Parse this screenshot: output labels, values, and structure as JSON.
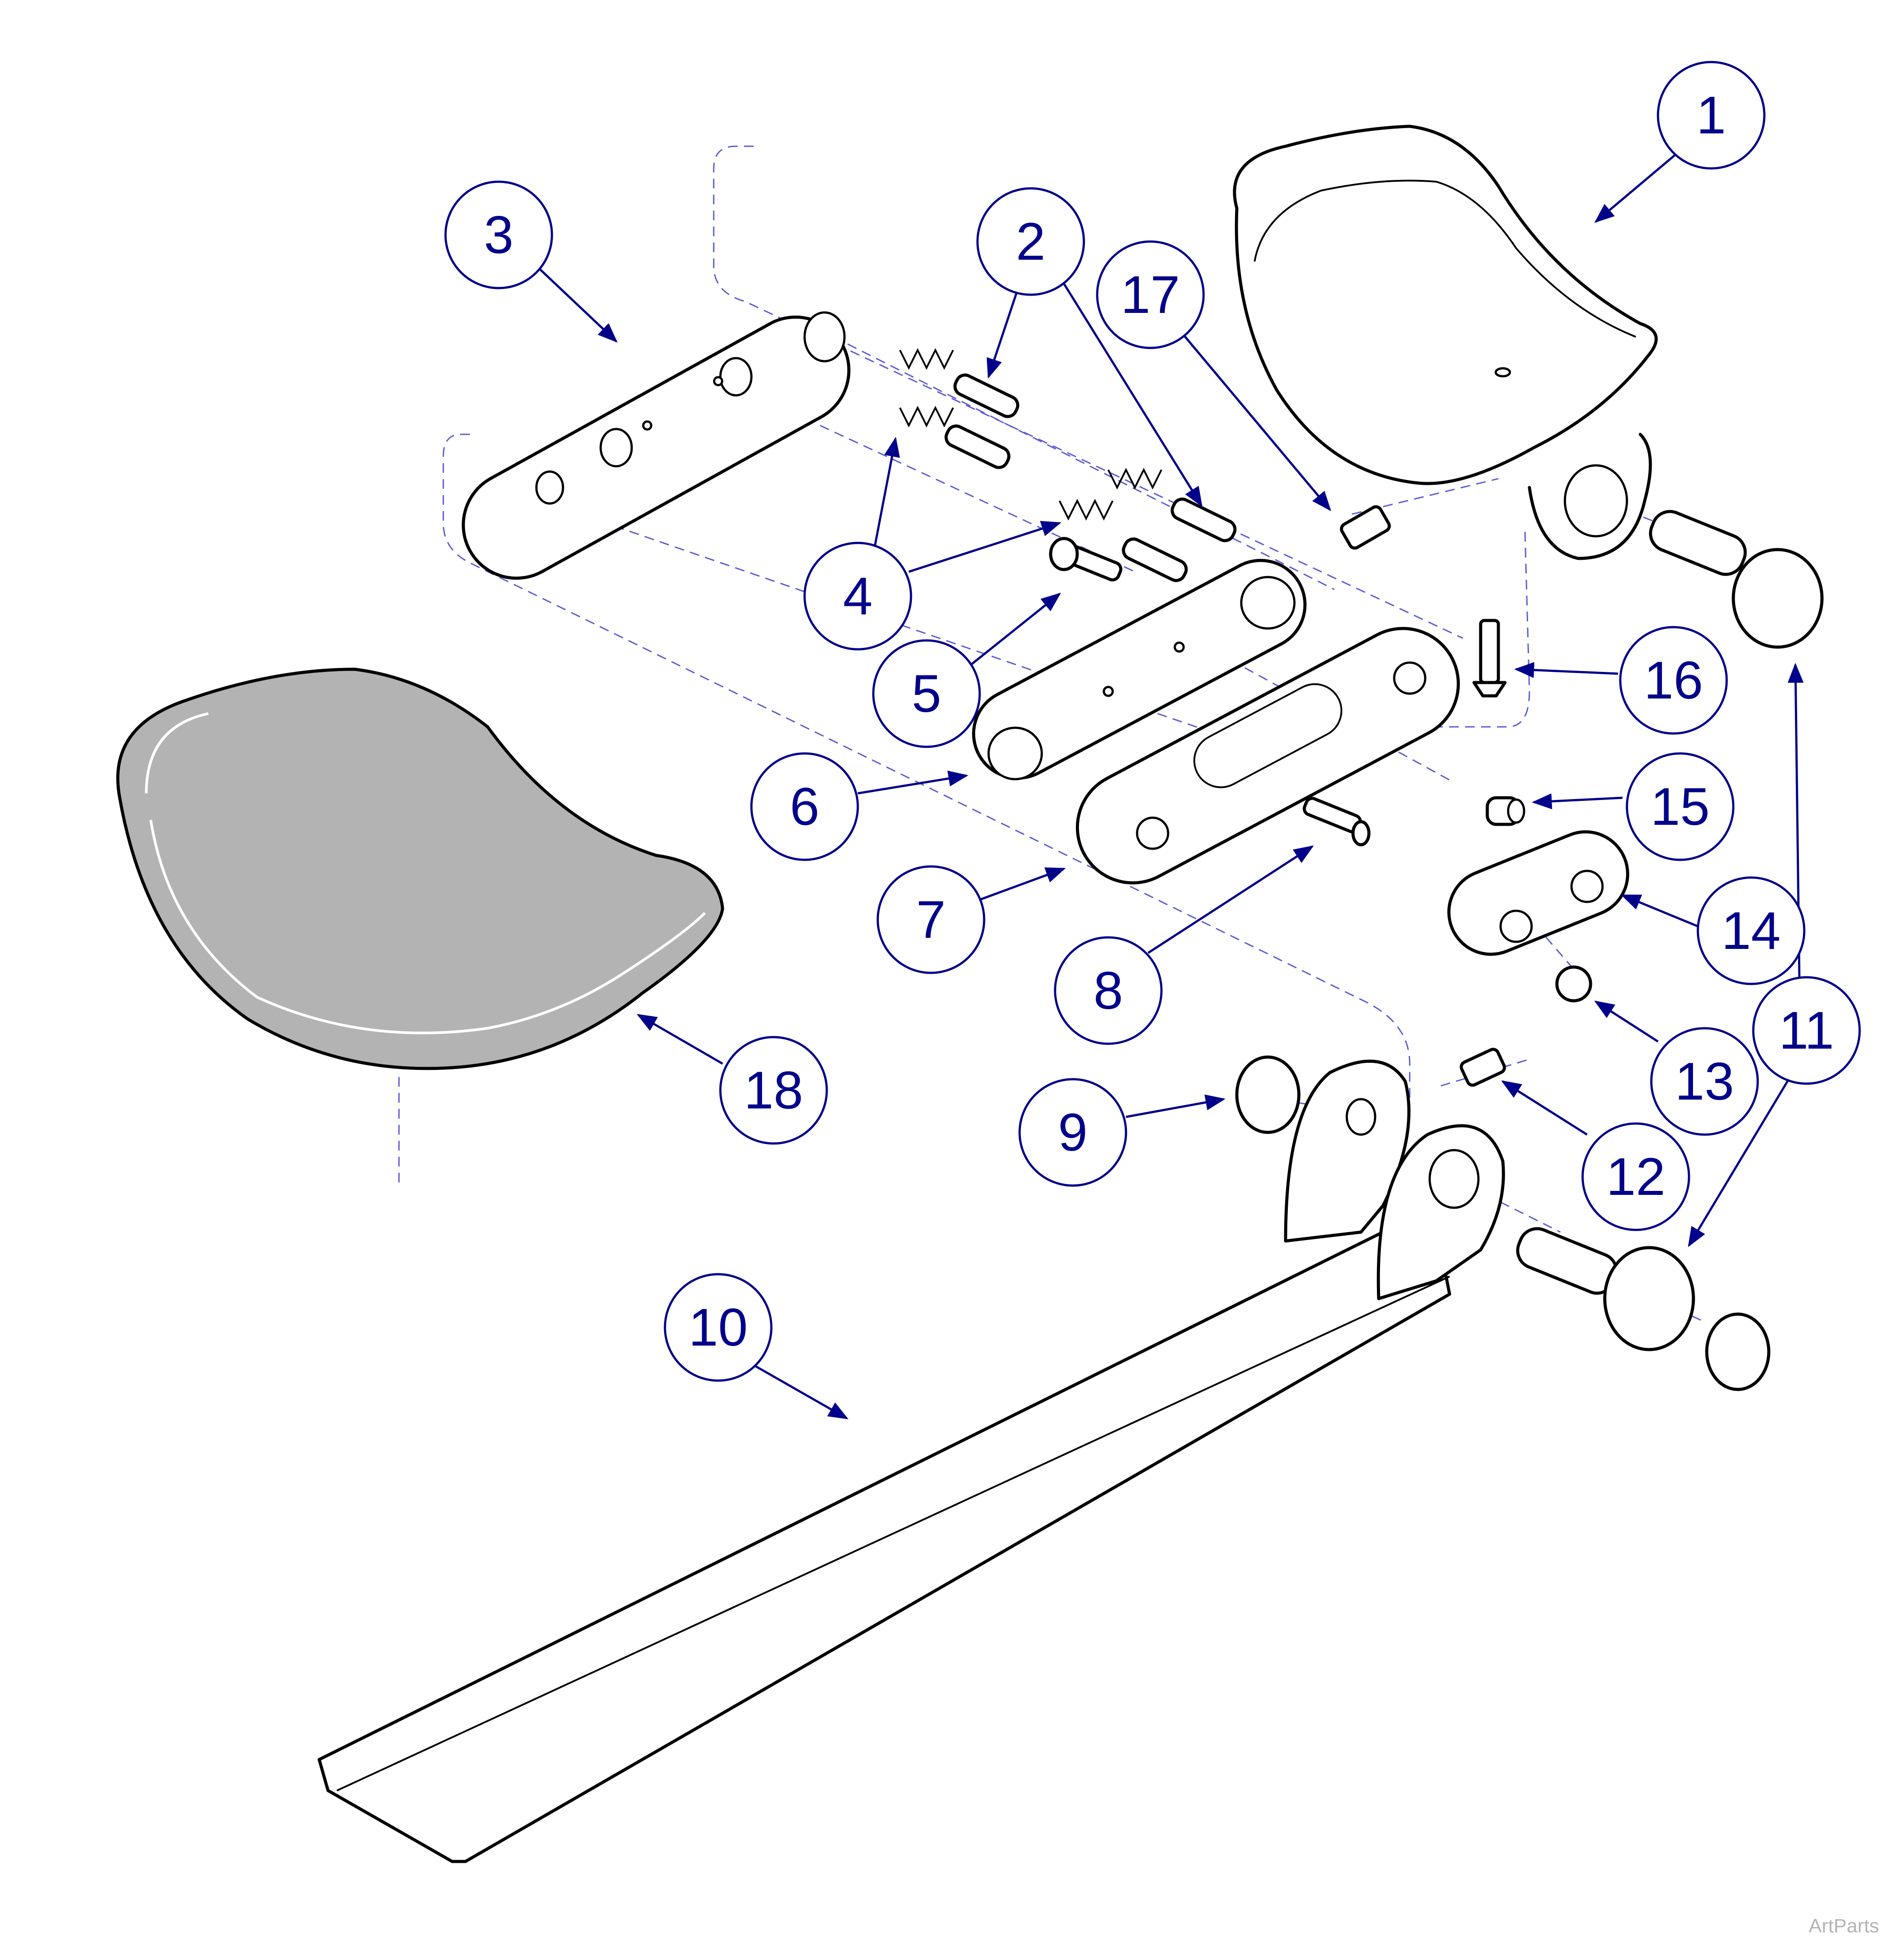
{
  "callouts": [
    {
      "id": "1",
      "label": "1"
    },
    {
      "id": "2",
      "label": "2"
    },
    {
      "id": "3",
      "label": "3"
    },
    {
      "id": "4",
      "label": "4"
    },
    {
      "id": "5",
      "label": "5"
    },
    {
      "id": "6",
      "label": "6"
    },
    {
      "id": "7",
      "label": "7"
    },
    {
      "id": "8",
      "label": "8"
    },
    {
      "id": "9",
      "label": "9"
    },
    {
      "id": "10",
      "label": "10"
    },
    {
      "id": "11",
      "label": "11"
    },
    {
      "id": "12",
      "label": "12"
    },
    {
      "id": "13",
      "label": "13"
    },
    {
      "id": "14",
      "label": "14"
    },
    {
      "id": "15",
      "label": "15"
    },
    {
      "id": "16",
      "label": "16"
    },
    {
      "id": "17",
      "label": "17"
    },
    {
      "id": "18",
      "label": "18"
    }
  ],
  "watermark": "ArtParts",
  "colors": {
    "callout": "#00008b",
    "phantom_line": "#5b5bd6",
    "outline": "#000000",
    "pad_fill": "#b3b3b3"
  }
}
